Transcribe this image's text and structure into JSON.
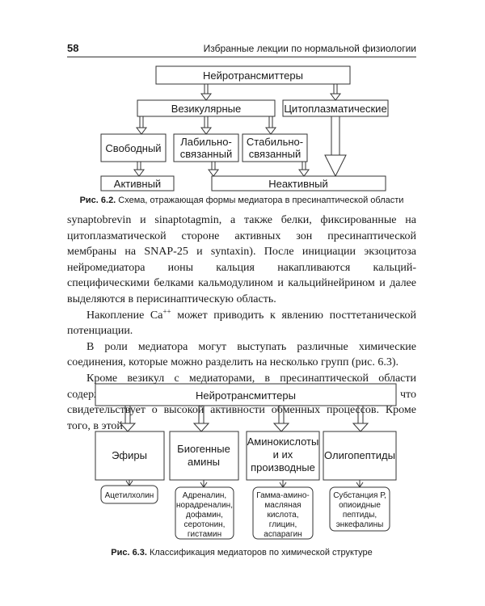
{
  "header": {
    "page_number": "58",
    "running_title": "Избранные лекции по нормальной физиологии"
  },
  "figure1": {
    "top": "Нейротрансмиттеры",
    "left_group": "Везикулярные",
    "right_group": "Цитоплазматические",
    "free": "Свободный",
    "labile_l1": "Лабильно-",
    "labile_l2": "связанный",
    "stable_l1": "Стабильно-",
    "stable_l2": "связанный",
    "active": "Активный",
    "inactive": "Неактивный",
    "caption_label": "Рис. 6.2.",
    "caption_text": " Схема, отражающая формы медиатора в пресинаптической области"
  },
  "text": {
    "p1": "synaptobrevin и sinaptotagmin, а также белки, фиксированные на цитоплазматической стороне активных зон пресинаптической мембраны на SNAP-25 и syntaxin). После инициации экзоцитоза нейромедиатора ионы кальция накапливаются кальций-специфическими белками кальмодулином и кальцийнейрином и далее выделяются в перисинаптическую область.",
    "p2_a": "Накопление Ca",
    "p2_sup": "++",
    "p2_b": " может приводить к явлению посттетанической потенциации.",
    "p3": "В роли медиатора могут выступать различные химические соединения, которые можно разделить на несколько групп (рис. 6.3).",
    "p4": "Кроме везикул с медиаторами, в пресинаптической области содержится большое количество митохондрий и лизосом, что свидетельствует о высокой активности обменных процессов. Кроме того, в этой"
  },
  "figure2": {
    "top": "Нейротрансмиттеры",
    "c1": "Эфиры",
    "c2_l1": "Биогенные",
    "c2_l2": "амины",
    "c3_l1": "Аминокислоты",
    "c3_l2": "и их",
    "c3_l3": "производные",
    "c4": "Олигопептиды",
    "d1": "Ацетилхолин",
    "d2": [
      "Адреналин,",
      "норадреналин,",
      "дофамин,",
      "серотонин,",
      "гистамин"
    ],
    "d3": [
      "Гамма-амино-",
      "масляная",
      "кислота,",
      "глицин,",
      "аспарагин"
    ],
    "d4": [
      "Субстанция Р,",
      "опиоидные",
      "пептиды,",
      "энкефалины"
    ],
    "caption_label": "Рис. 6.3.",
    "caption_text": " Классификация медиаторов по химической структуре"
  }
}
